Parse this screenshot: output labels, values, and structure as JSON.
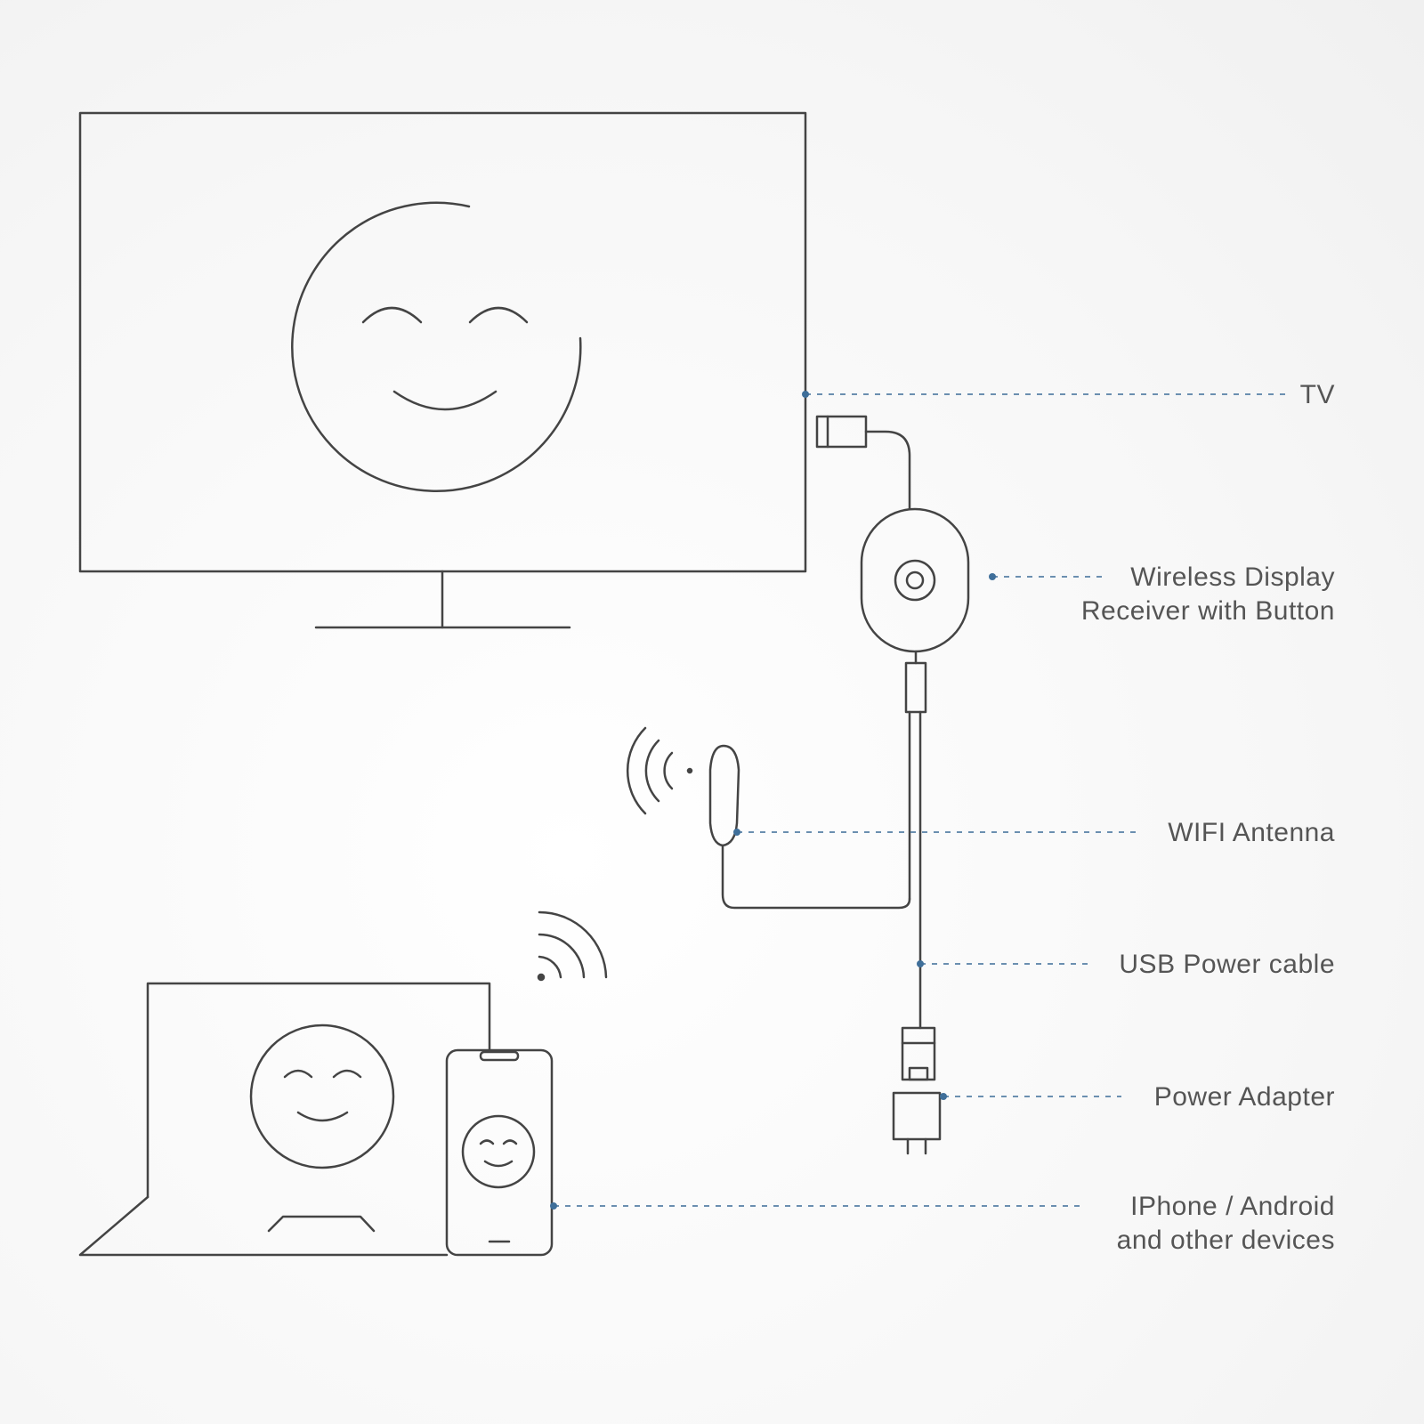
{
  "labels": {
    "tv": "TV",
    "receiver_line1": "Wireless Display",
    "receiver_line2": "Receiver with Button",
    "wifi_antenna": "WIFI Antenna",
    "usb_cable": "USB Power cable",
    "power_adapter": "Power Adapter",
    "devices_line1": "IPhone / Android",
    "devices_line2": "and other devices"
  },
  "colors": {
    "line": "#444444",
    "leader": "#6b8fb0",
    "dot": "#3f6f9a",
    "text": "#555555"
  }
}
